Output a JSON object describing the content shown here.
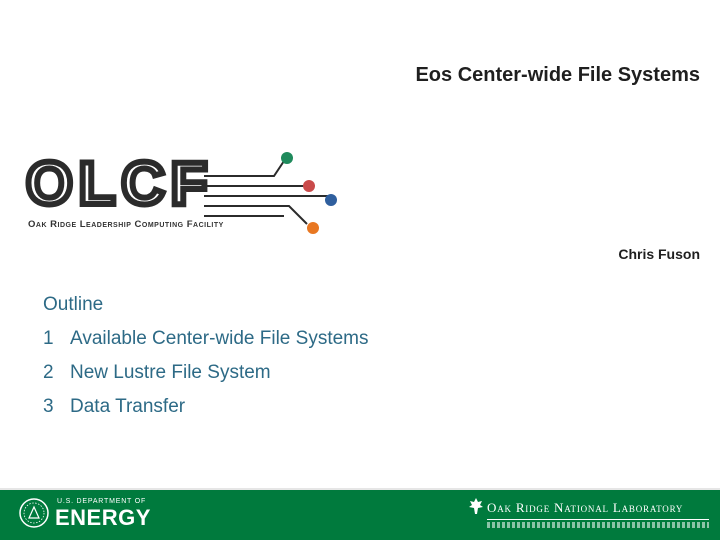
{
  "slide": {
    "title": "Eos Center-wide File Systems",
    "author": "Chris Fuson"
  },
  "logo": {
    "wordmark": "OLCF",
    "subtitle": "Oak Ridge Leadership Computing Facility",
    "dot_colors": [
      "#1f8a5c",
      "#c94a4a",
      "#2f5f9e",
      "#e87722"
    ]
  },
  "outline": {
    "heading": "Outline",
    "items": [
      {
        "num": "1",
        "label": "Available Center-wide File Systems"
      },
      {
        "num": "2",
        "label": "New Lustre File System"
      },
      {
        "num": "3",
        "label": "Data Transfer"
      }
    ]
  },
  "footer": {
    "doe_department": "U.S. DEPARTMENT OF",
    "doe_name": "ENERGY",
    "ornl_name": "Oak Ridge National Laboratory",
    "color": "#007a3d"
  }
}
